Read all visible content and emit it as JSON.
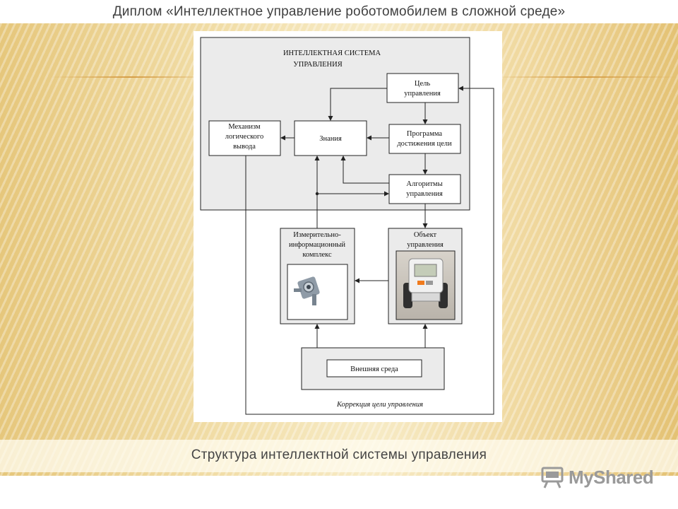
{
  "slide": {
    "title": "Диплом «Интеллектное управление роботомобилем в сложной среде»",
    "caption": "Структура интеллектной системы управления"
  },
  "diagram": {
    "system_title_line1": "ИНТЕЛЛЕКТНАЯ СИСТЕМА",
    "system_title_line2": "УПРАВЛЕНИЯ",
    "goal_line1": "Цель",
    "goal_line2": "управления",
    "program_line1": "Программа",
    "program_line2": "достижения цели",
    "knowledge": "Знания",
    "inference_line1": "Механизм",
    "inference_line2": "логического",
    "inference_line3": "вывода",
    "algorithms_line1": "Алгоритмы",
    "algorithms_line2": "управления",
    "measuring_line1": "Измерительно-",
    "measuring_line2": "информационный",
    "measuring_line3": "комплекс",
    "object_line1": "Объект",
    "object_line2": "управления",
    "environment": "Внешняя среда",
    "correction": "Коррекция цели управления"
  },
  "watermark": {
    "text": "MyShared",
    "icon": "presentation-board-icon"
  },
  "colors": {
    "background": "#f2dfab",
    "box_fill_gray": "#ebebeb",
    "line": "#222222"
  }
}
